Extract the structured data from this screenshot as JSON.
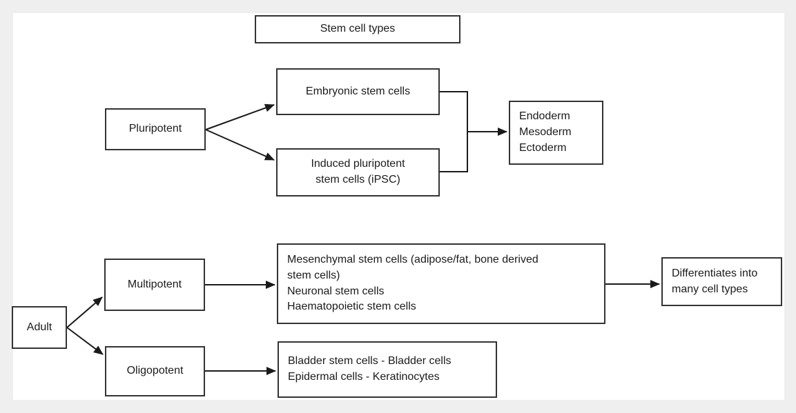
{
  "diagram": {
    "title_box": {
      "label": "Stem cell types"
    },
    "pluripotent_branch": {
      "root_label": "Pluripotent",
      "embryonic_label": "Embryonic stem cells",
      "ipsc_label": "Induced pluripotent\nstem cells (iPSC)",
      "germ_layers_label": "Endoderm\nMesoderm\nEctoderm"
    },
    "adult_branch": {
      "root_label": "Adult",
      "multipotent_label": "Multipotent",
      "oligopotent_label": "Oligopotent",
      "multipotent_examples_label": "Mesenchymal stem cells (adipose/fat, bone derived\nstem cells)\nNeuronal stem cells\nHaematopoietic stem cells",
      "differentiates_label": "Differentiates into\nmany cell types",
      "oligopotent_examples_label": "Bladder stem cells - Bladder cells\nEpidermal cells - Keratinocytes"
    },
    "colors": {
      "outer_background": "#efefef",
      "canvas_background": "#ffffff",
      "box_border": "#333333",
      "text": "#1b1b1b",
      "line": "#1a1a1a"
    }
  }
}
